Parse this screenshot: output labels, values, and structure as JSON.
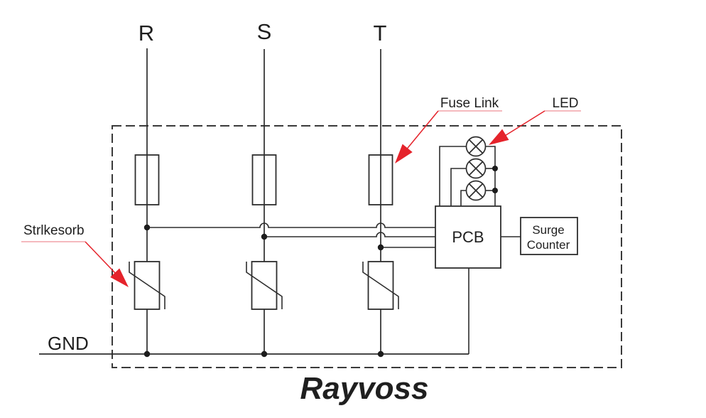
{
  "diagram": {
    "title": "Rayvoss",
    "phases": {
      "r": "R",
      "s": "S",
      "t": "T"
    },
    "labels": {
      "fuse_link": "Fuse Link",
      "led": "LED",
      "strikesorb": "Strlkesorb",
      "gnd": "GND",
      "pcb": "PCB",
      "surge_counter_line1": "Surge",
      "surge_counter_line2": "Counter"
    },
    "colors": {
      "background": "#ffffff",
      "line": "#2d2d2d",
      "dashed_border": "#3a3a3a",
      "text": "#1f1f1f",
      "annotation_red": "#e5232b",
      "annotation_underline": "#ef8f96",
      "title_red": "#e5232b"
    }
  }
}
